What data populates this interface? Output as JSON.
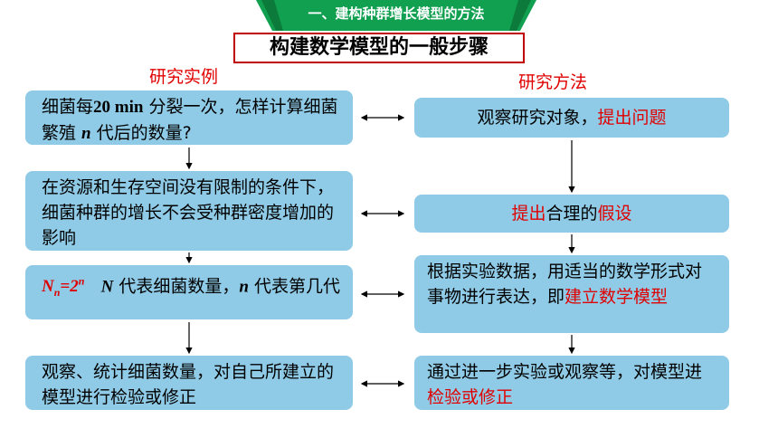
{
  "header": {
    "banner": "一、建构种群增长模型的方法",
    "title": "构建数学模型的一般步骤"
  },
  "left_label": "研究实例",
  "right_label": "研究方法",
  "left_steps": {
    "s1": {
      "t1": "细菌每",
      "num": "20 min",
      "t2": " 分裂一次，怎样计算细菌繁殖 ",
      "n": "n",
      "t3": " 代后的数量?"
    },
    "s2": {
      "text": "在资源和生存空间没有限制的条件下，细菌种群的增长不会受种群密度增加的影响"
    },
    "s3": {
      "formula_N": "N",
      "formula_sub": "n",
      "formula_eq": "=2",
      "formula_sup": "n",
      "t1": "N",
      "t2": " 代表细菌数量，",
      "t3": "n",
      "t4": " 代表第几代"
    },
    "s4": {
      "text": "观察、统计细菌数量，对自己所建立的模型进行检验或修正"
    }
  },
  "right_steps": {
    "s1": {
      "black": "观察研究对象，",
      "red": "提出问题"
    },
    "s2": {
      "red1": "提出",
      "black": "合理的",
      "red2": "假设"
    },
    "s3": {
      "black": "根据实验数据，用适当的数学形式对事物进行表达，即",
      "red": "建立数学模型"
    },
    "s4": {
      "black": "通过进一步实验或观察等，对模型进",
      "red": "检验或修正"
    }
  },
  "colors": {
    "banner": "#10a050",
    "box": "#8fcbe6",
    "red": "#e00000"
  }
}
